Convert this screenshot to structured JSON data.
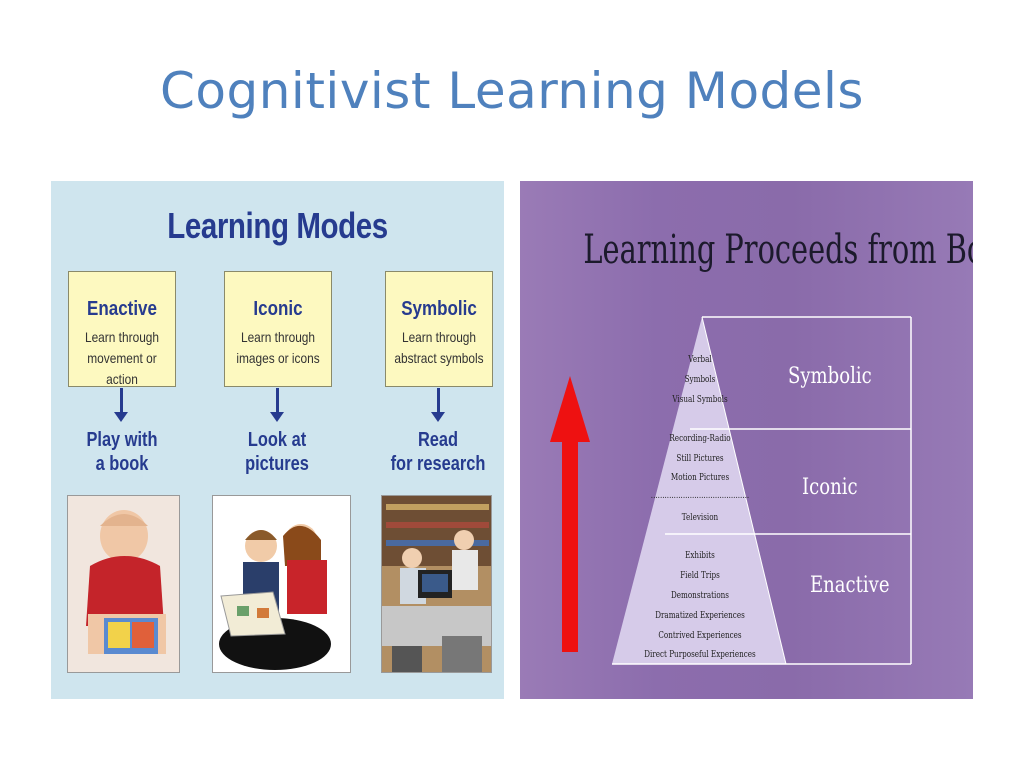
{
  "slide": {
    "title": "Cognitivist Learning Models"
  },
  "left": {
    "title": "Learning Modes",
    "modes": [
      {
        "name": "Enactive",
        "desc1": "Learn through",
        "desc2": "movement or action",
        "activity1": "Play with",
        "activity2": "a book"
      },
      {
        "name": "Iconic",
        "desc1": "Learn through",
        "desc2": "images or icons",
        "activity1": "Look at",
        "activity2": "pictures"
      },
      {
        "name": "Symbolic",
        "desc1": "Learn through",
        "desc2": "abstract symbols",
        "activity1": "Read",
        "activity2": "for research"
      }
    ]
  },
  "right": {
    "title": "Learning Proceeds from Bottom",
    "tiers": [
      "Symbolic",
      "Iconic",
      "Enactive"
    ],
    "symbolic_items": [
      "Verbal",
      "Symbols",
      "Visual Symbols"
    ],
    "iconic_items": [
      "Recording-Radio",
      "Still Pictures",
      "Motion Pictures",
      "...........................................",
      "Television"
    ],
    "enactive_items": [
      "Exhibits",
      "Field Trips",
      "Demonstrations",
      "Dramatized Experiences",
      "Contrived Experiences",
      "Direct Purposeful Experiences"
    ],
    "colors": {
      "arrow": "#ee1111",
      "pyramid": "#d6cbe9"
    }
  }
}
